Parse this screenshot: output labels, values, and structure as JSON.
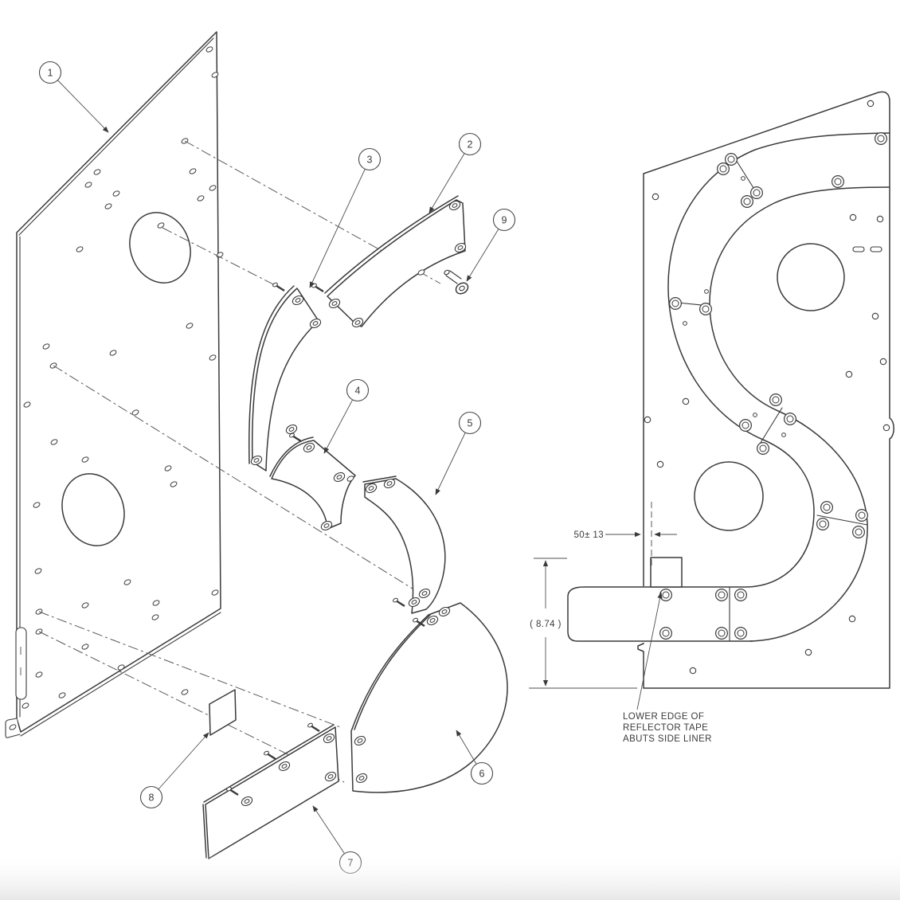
{
  "drawing": {
    "balloons": [
      "1",
      "2",
      "3",
      "4",
      "5",
      "6",
      "7",
      "8",
      "9"
    ],
    "dimensions": {
      "offset": "50± 13",
      "height_ref": "( 8.74 )"
    },
    "note_lines": [
      "LOWER EDGE OF",
      "REFLECTOR TAPE",
      "ABUTS SIDE LINER"
    ],
    "colors": {
      "line": "#3a3a3a",
      "thin": "#4f4f4f",
      "background": "#ffffff"
    }
  }
}
